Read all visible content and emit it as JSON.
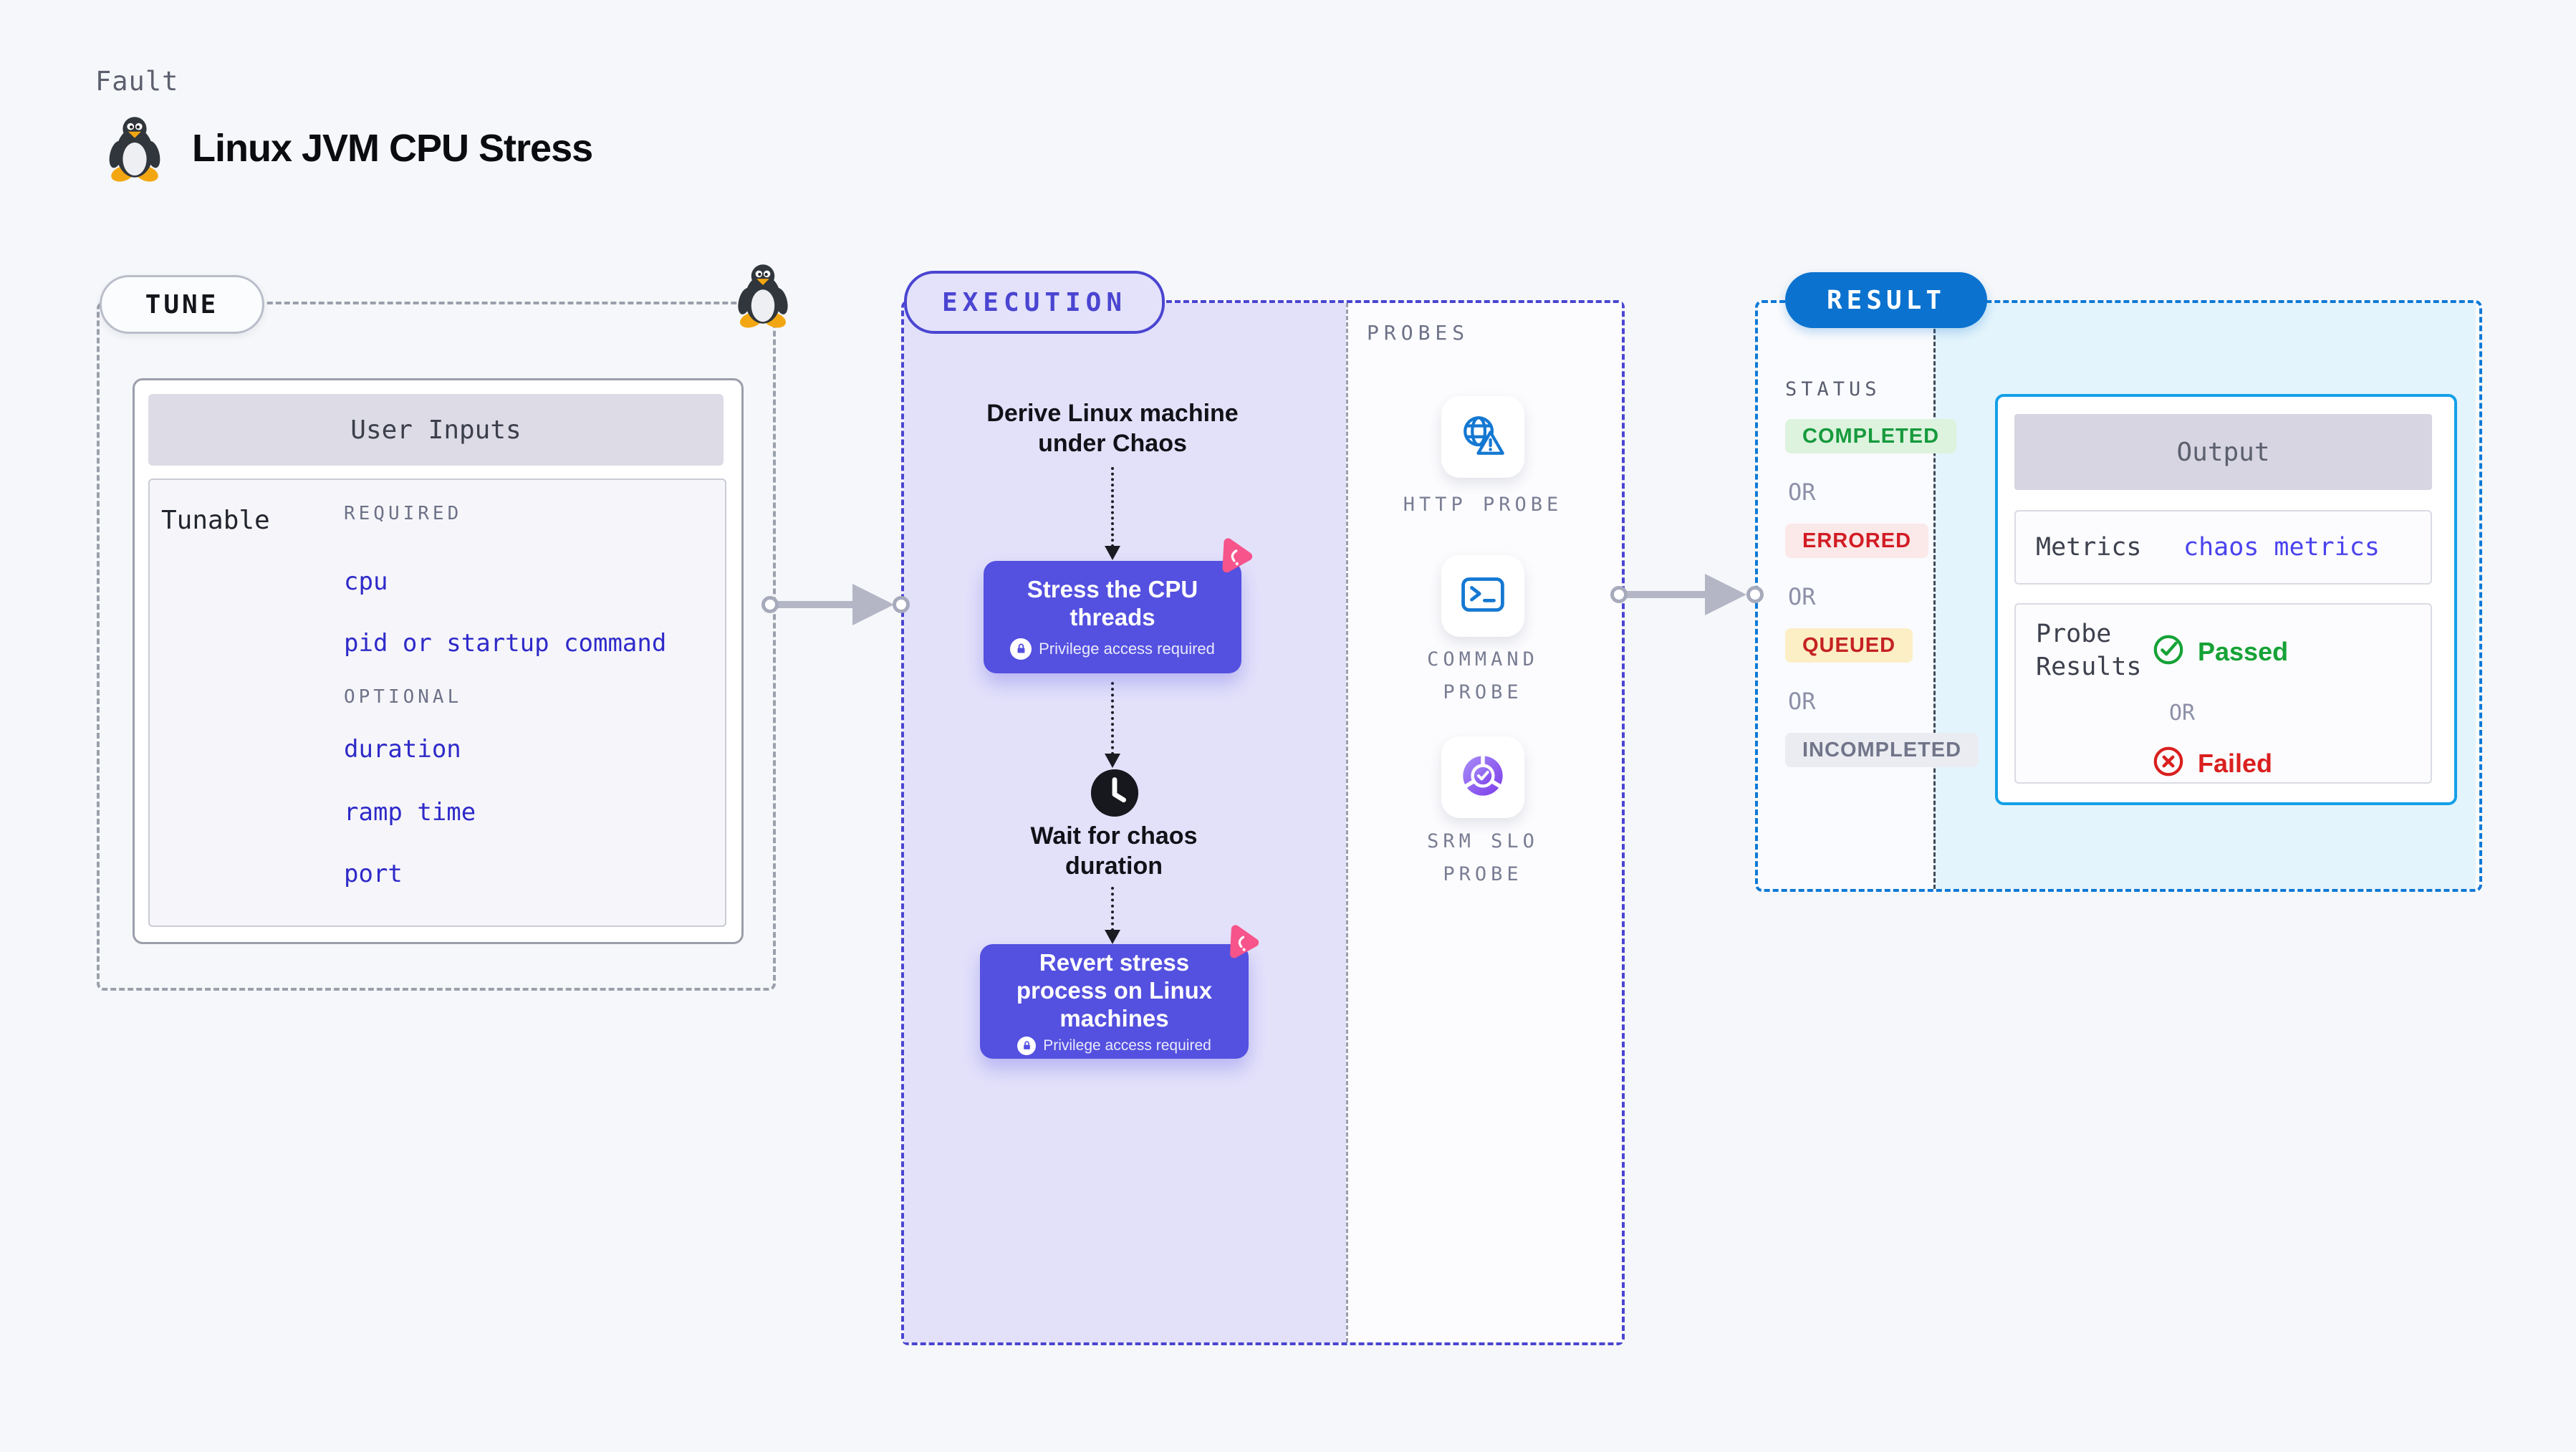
{
  "header": {
    "kicker": "Fault",
    "title": "Linux JVM CPU Stress"
  },
  "tune": {
    "badge": "TUNE",
    "card": {
      "title": "User Inputs",
      "row_label": "Tunable",
      "required_label": "REQUIRED",
      "required_items": [
        "cpu",
        "pid or startup command"
      ],
      "optional_label": "OPTIONAL",
      "optional_items": [
        "duration",
        "ramp time",
        "port"
      ]
    }
  },
  "execution": {
    "badge": "EXECUTION",
    "derive_lines": [
      "Derive Linux machine",
      "under Chaos"
    ],
    "stress_lines": [
      "Stress the CPU",
      "threads"
    ],
    "wait_lines": [
      "Wait for chaos",
      "duration"
    ],
    "revert_lines": [
      "Revert stress",
      "process on Linux",
      "machines"
    ],
    "privilege_note": "Privilege access required"
  },
  "probes": {
    "title": "PROBES",
    "items": [
      {
        "icon": "globe-alert-icon",
        "lines": [
          "HTTP PROBE",
          ""
        ]
      },
      {
        "icon": "terminal-icon",
        "lines": [
          "COMMAND",
          "PROBE"
        ]
      },
      {
        "icon": "slo-gauge-icon",
        "lines": [
          "SRM SLO",
          "PROBE"
        ]
      }
    ]
  },
  "result": {
    "badge": "RESULT",
    "status": {
      "label": "STATUS",
      "or": "OR",
      "badges": [
        {
          "label": "COMPLETED",
          "bg": "#ddf3de",
          "fg": "#169a3c"
        },
        {
          "label": "ERRORED",
          "bg": "#fbe8e8",
          "fg": "#d21c24"
        },
        {
          "label": "QUEUED",
          "bg": "#fceec5",
          "fg": "#c42222"
        },
        {
          "label": "INCOMPLETED",
          "bg": "#ebecf2",
          "fg": "#717589"
        }
      ]
    },
    "output": {
      "title": "Output",
      "metrics_label": "Metrics",
      "metrics_value": "chaos metrics",
      "probe_results_lines": [
        "Probe",
        "Results"
      ],
      "passed": "Passed",
      "or": "OR",
      "failed": "Failed"
    }
  },
  "colors": {
    "page_bg": "#f6f7fa",
    "accent_purple": "#5450e0",
    "execution_border": "#4a45d1",
    "execution_fill": "#e3e1fa",
    "tune_border": "#9aa0ab",
    "result_pill_blue": "#0b72cf",
    "result_border": "#0d79d6",
    "result_fill": "#e3f4fc",
    "output_border": "#14a0e8",
    "tunable_link_blue": "#2f2ac9",
    "metrics_link_blue": "#4b43ee",
    "passed_green": "#16a236",
    "failed_red": "#da1f1f",
    "sticker_pink": "#f6548b",
    "probe_icon_blue": "#1478d2",
    "arrow_gray": "#b4b6c5"
  }
}
